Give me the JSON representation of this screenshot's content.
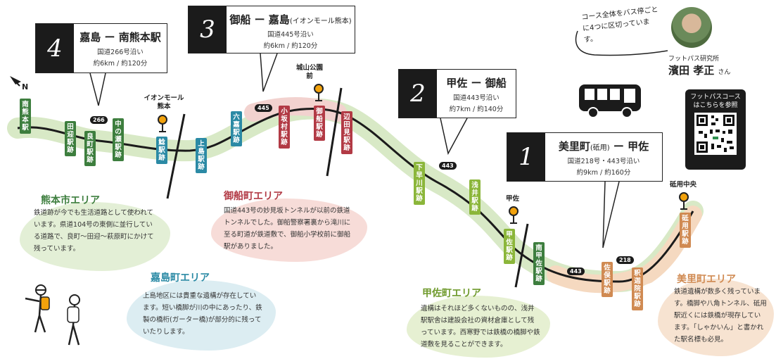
{
  "segments": [
    {
      "number": "4",
      "title": "嘉島 ー 南熊本駅",
      "title_note": "",
      "road": "国道266号沿い",
      "distance": "約6km / 約120分"
    },
    {
      "number": "3",
      "title": "御船 ー 嘉島",
      "title_note": "(イオンモール熊本)",
      "road": "国道445号沿い",
      "distance": "約6km / 約120分"
    },
    {
      "number": "2",
      "title": "甲佐 ー 御船",
      "title_note": "",
      "road": "国道443号沿い",
      "distance": "約7km / 約140分"
    },
    {
      "number": "1",
      "title": "美里町",
      "title_note": "(砥用)",
      "title_end": " ー 甲佐",
      "road": "国道218号・443号沿い",
      "distance": "約9km / 約160分"
    }
  ],
  "stations": [
    {
      "label": "南熊本駅"
    },
    {
      "label": "田迎駅跡"
    },
    {
      "label": "良町駅跡"
    },
    {
      "label": "中の瀬駅跡"
    },
    {
      "label": "鯰駅跡"
    },
    {
      "label": "上島駅跡"
    },
    {
      "label": "六嘉駅跡"
    },
    {
      "label": "小坂村駅跡"
    },
    {
      "label": "御船駅跡"
    },
    {
      "label": "辺田見駅跡"
    },
    {
      "label": "下早川駅跡"
    },
    {
      "label": "浅井駅跡"
    },
    {
      "label": "甲佐駅跡"
    },
    {
      "label": "南甲佐駅跡"
    },
    {
      "label": "佐俣駅跡"
    },
    {
      "label": "釈迦院駅跡"
    },
    {
      "label": "砥用駅跡"
    }
  ],
  "landmarks": {
    "aeon": "イオンモール熊本",
    "joyama": "城山公園前",
    "kosa": "甲佐",
    "tomochi": "砥用中央"
  },
  "routes": {
    "r266": "266",
    "r445": "445",
    "r443a": "443",
    "r443b": "443",
    "r218": "218"
  },
  "areas": {
    "kumamoto": {
      "title": "熊本市エリア",
      "body": "鉄道跡が今でも生活道路として使われています。県道104号の東側に並行している道路で、良町〜田迎〜萩原町にかけて残っています。"
    },
    "mifune": {
      "title": "御船町エリア",
      "body": "国道443号の妙見坂トンネルが以前の鉄道トンネルでした。御船警察署裏から滝川に至る町道が鉄道敷で、御船小学校前に御船駅がありました。"
    },
    "kashima": {
      "title": "嘉島町エリア",
      "body": "上島地区には貴重な遺構が存在しています。短い橋脚が川の中にあったり、鉄製の橋桁(ガーター橋)が部分的に残っていたりします。"
    },
    "kosa": {
      "title": "甲佐町エリア",
      "body": "遺構はそれほど多くないものの、浅井駅駅舎は建設会社の資材倉庫として残っています。西寒野では鉄橋の橋脚や鉄道敷を見ることができます。"
    },
    "misato": {
      "title": "美里町エリア",
      "body": "鉄道遺構が数多く残っています。橋脚や八角トンネル、砥用駅近くには鉄橋が現存しています。「しゃかいん」と書かれた駅名標も必見。"
    }
  },
  "note": "コース全体をバス停ごとに4つに区切っています。",
  "author": {
    "affiliation": "フットパス研究所",
    "name": "濱田 孝正",
    "honorific": "さん"
  },
  "qr": {
    "caption": "フットパスコースはこちらを参照"
  },
  "north": "N"
}
